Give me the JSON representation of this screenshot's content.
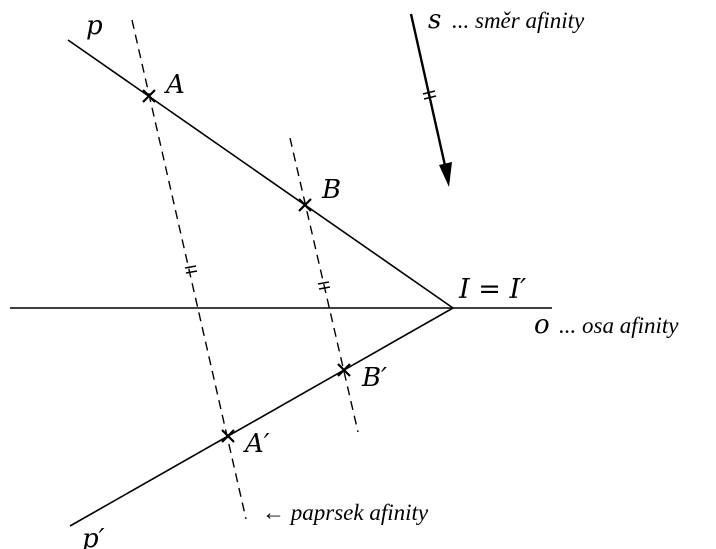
{
  "labels": {
    "line_p": "p",
    "line_p_image": "p′",
    "point_a": "A",
    "point_b": "B",
    "point_a_image": "A′",
    "point_b_image": "B′",
    "fixed_point": "I = I′",
    "axis_letter": "o",
    "axis_caption": "... osa afinity",
    "direction_letter": "s",
    "direction_caption": "... směr afinity",
    "ray_caption": "← paprsek afinity"
  },
  "colors": {
    "ink": "#000000",
    "background": "#ffffff"
  }
}
